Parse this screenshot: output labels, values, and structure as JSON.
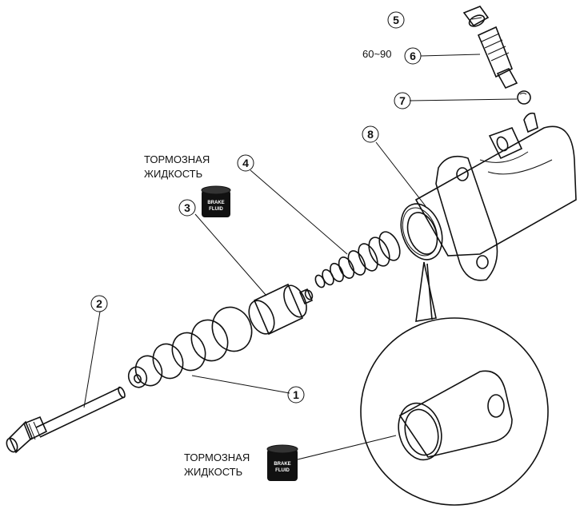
{
  "callouts": {
    "c1": "1",
    "c2": "2",
    "c3": "3",
    "c4": "4",
    "c5": "5",
    "c6": "6",
    "c7": "7",
    "c8": "8"
  },
  "torque": "60~90",
  "brake_fluid_label": {
    "line1": "ТОРМОЗНАЯ",
    "line2": "ЖИДКОСТЬ"
  },
  "brake_fluid_can": {
    "line1": "BRAKE",
    "line2": "FLUID"
  }
}
